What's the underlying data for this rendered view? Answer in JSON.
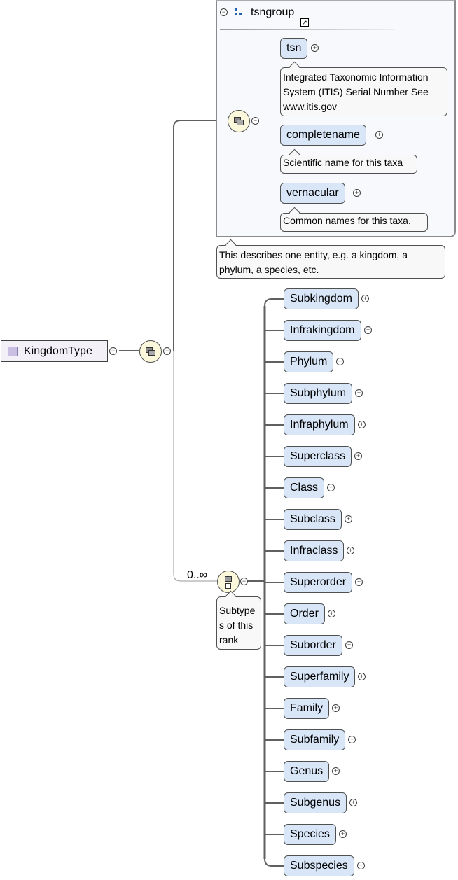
{
  "root": {
    "label": "KingdomType",
    "icon": "complex-type-icon"
  },
  "group": {
    "title": "tsngroup",
    "icon": "group-icon",
    "link_icon": "shortcut-arrow-icon",
    "elements": [
      {
        "label": "tsn",
        "doc": "Integrated Taxonomic Information System (ITIS) Serial Number See www.itis.gov"
      },
      {
        "label": "completename",
        "doc": "Scientific name for this taxa"
      },
      {
        "label": "vernacular",
        "doc": "Common names for this taxa."
      }
    ],
    "doc": "This describes one entity, e.g. a kingdom, a phylum, a species, etc."
  },
  "choice": {
    "cardinality": "0..∞",
    "doc": "Subtypes of this rank"
  },
  "ranks": [
    "Subkingdom",
    "Infrakingdom",
    "Phylum",
    "Subphylum",
    "Infraphylum",
    "Superclass",
    "Class",
    "Subclass",
    "Infraclass",
    "Superorder",
    "Order",
    "Suborder",
    "Superfamily",
    "Family",
    "Subfamily",
    "Genus",
    "Subgenus",
    "Species",
    "Subspecies"
  ]
}
